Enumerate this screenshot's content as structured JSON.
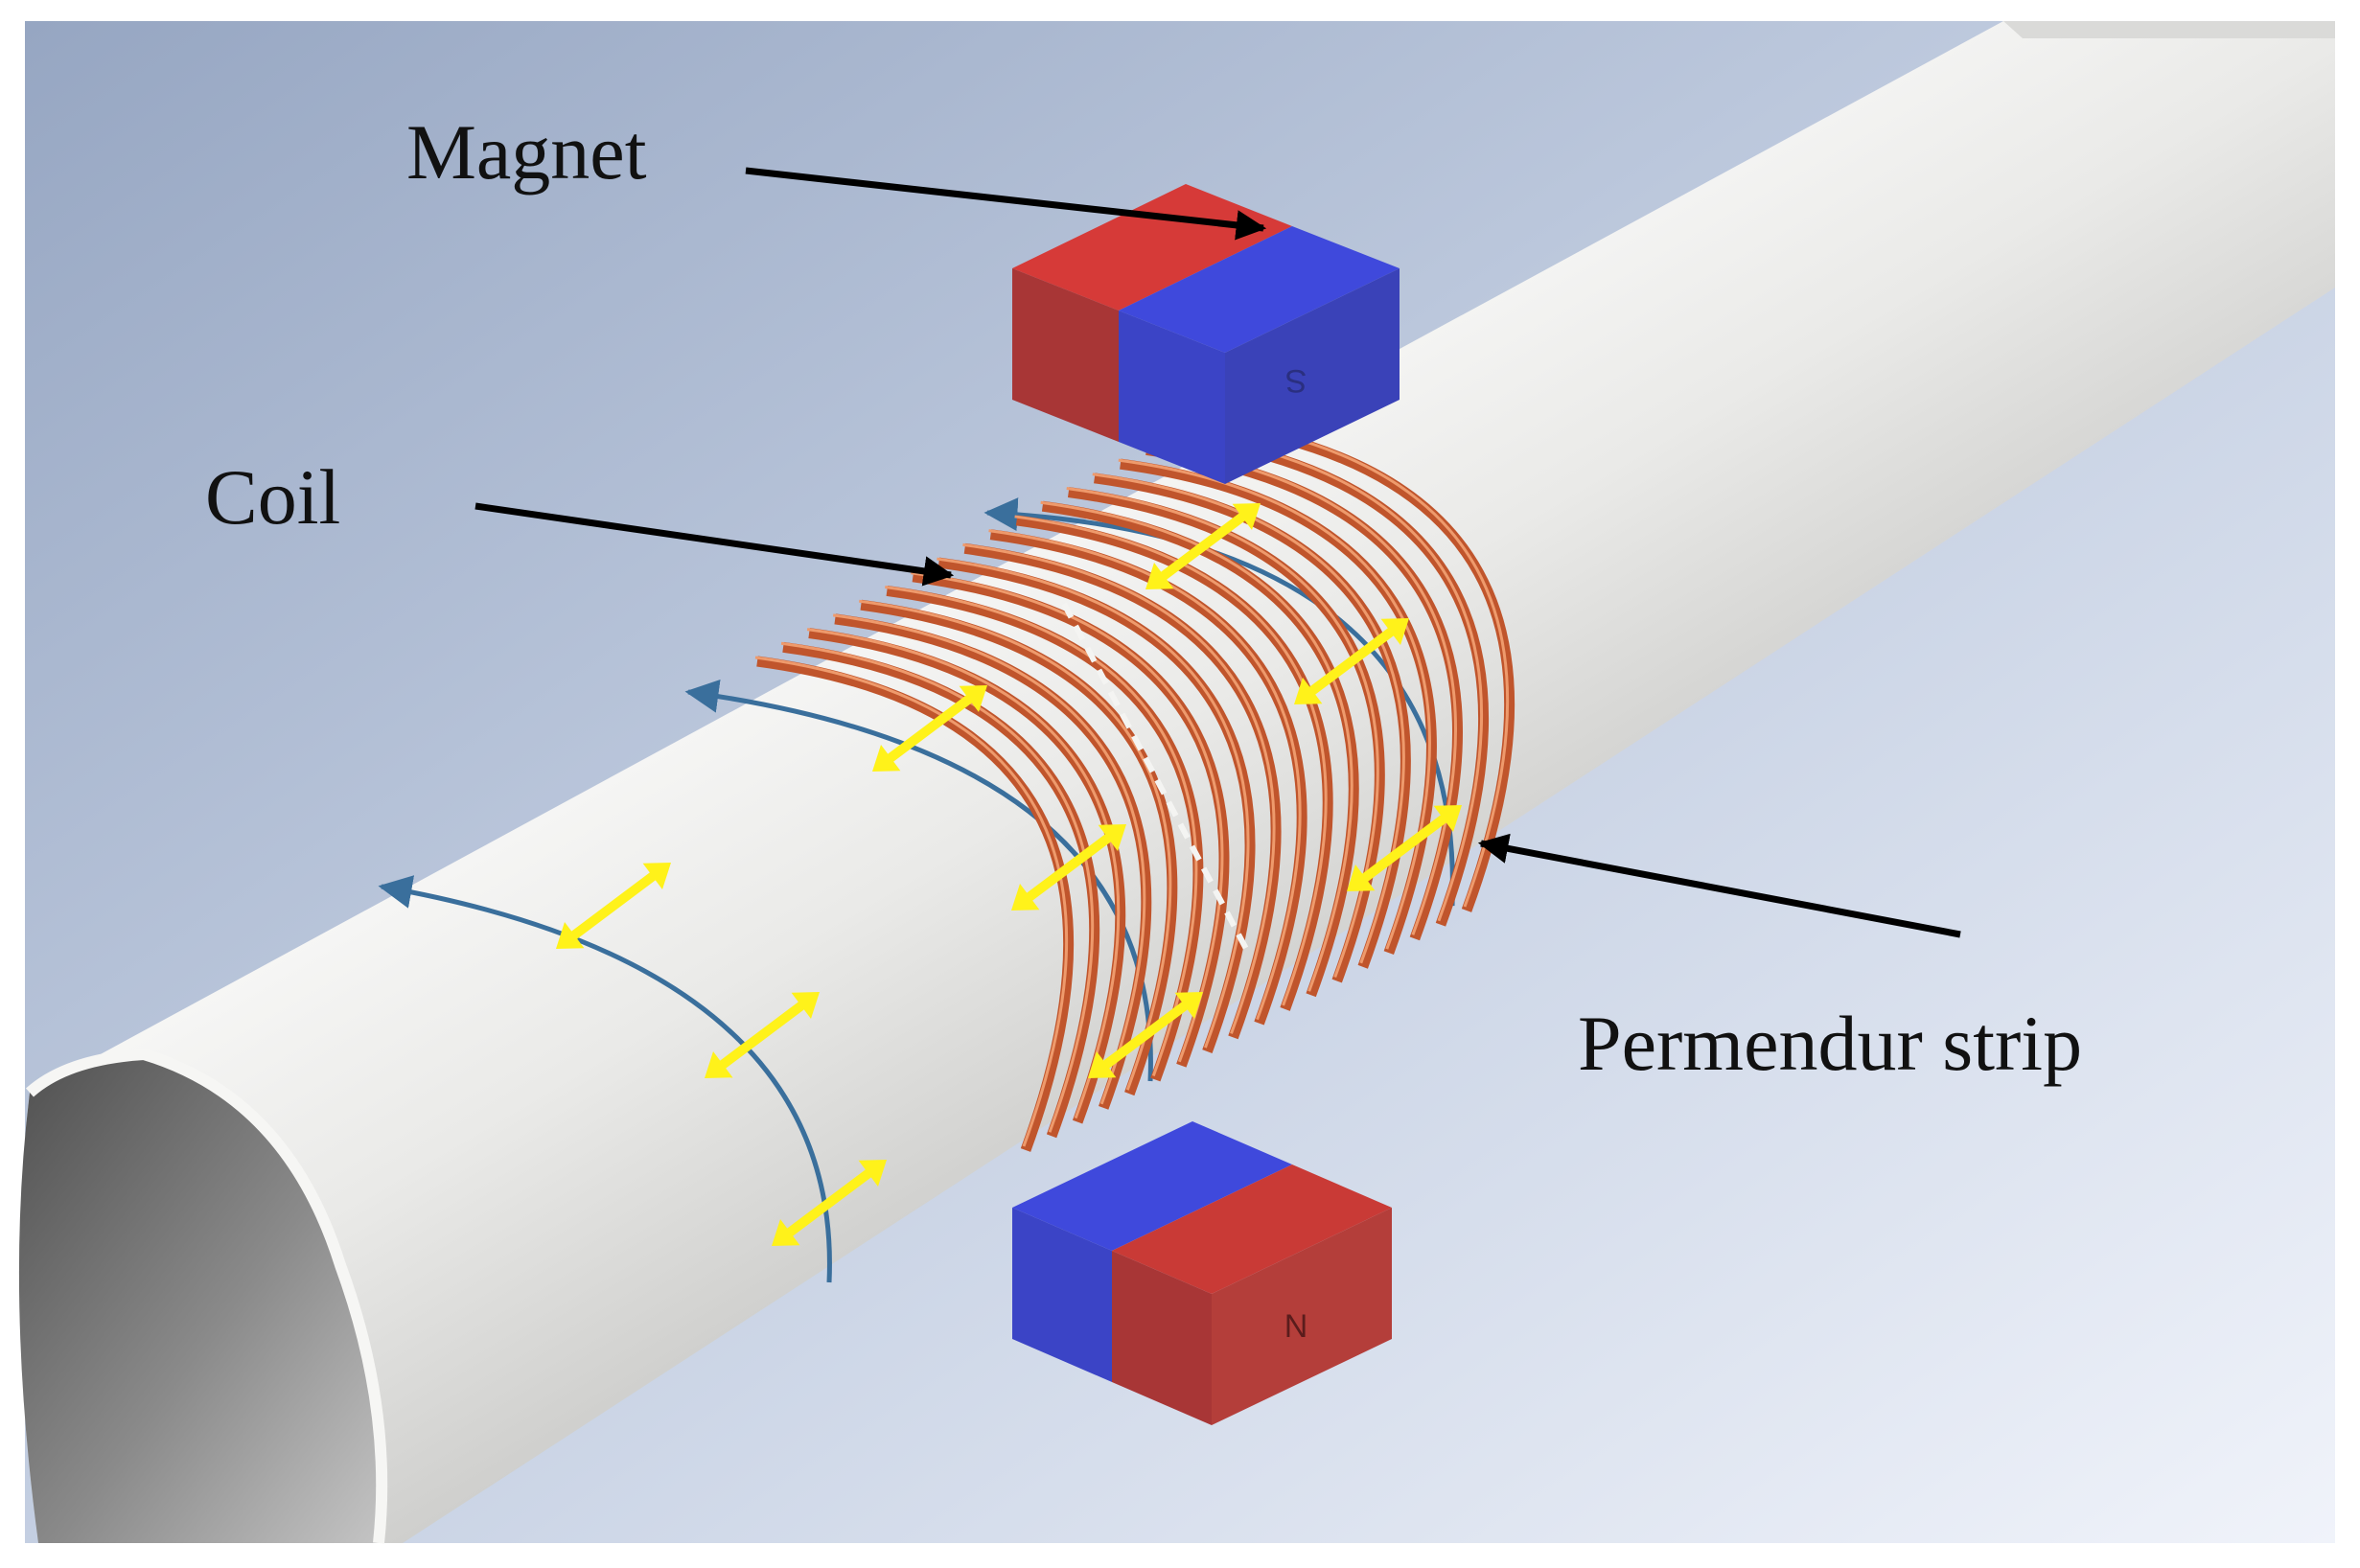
{
  "labels": {
    "magnet": "Magnet",
    "coil": "Coil",
    "permendur_strip": "Permendur strip"
  },
  "magnets": {
    "top_marking": "S",
    "bottom_marking": "N"
  },
  "colors": {
    "background_top": "#98a8c4",
    "background_bottom": "#eef2fa",
    "pipe": "#e8e8e6",
    "coil": "#c0552c",
    "coil_highlight": "#ee9a6c",
    "magnet_red": "#d63a38",
    "magnet_blue": "#3f49dc",
    "field_line": "#3a6f9c",
    "vibration_arrow": "#fff21a",
    "pointer_arrow": "#000000"
  },
  "icons": {
    "field_direction": "blue-arc-arrow-icon",
    "vibration": "yellow-double-headed-arrow-icon"
  }
}
